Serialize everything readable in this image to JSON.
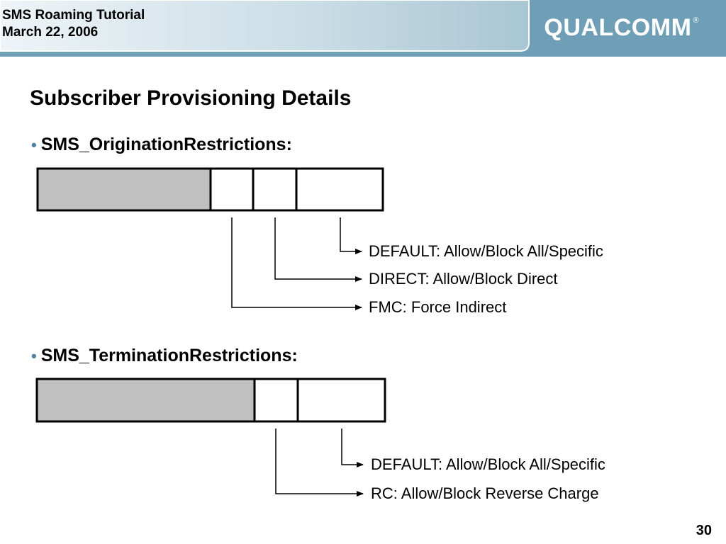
{
  "header": {
    "title_line1": "SMS Roaming Tutorial",
    "title_line2": "March 22, 2006",
    "logo_text": "QUALCOMM",
    "logo_mark": "®"
  },
  "slide": {
    "title": "Subscriber Provisioning Details",
    "page_number": "30",
    "bullet_glyph": "•"
  },
  "origination": {
    "label": "SMS_OriginationRestrictions:",
    "fields": [
      {
        "label": "DEFAULT: Allow/Block All/Specific"
      },
      {
        "label": "DIRECT: Allow/Block Direct"
      },
      {
        "label": "FMC: Force Indirect"
      }
    ]
  },
  "termination": {
    "label": "SMS_TerminationRestrictions:",
    "fields": [
      {
        "label": "DEFAULT: Allow/Block All/Specific"
      },
      {
        "label": "RC: Allow/Block Reverse Charge"
      }
    ]
  },
  "colors": {
    "header_bg": "#6f9fb6",
    "header_tab": "#dce8ee",
    "reserved_fill": "#c0c0c0",
    "bullet": "#4f7f9f"
  }
}
